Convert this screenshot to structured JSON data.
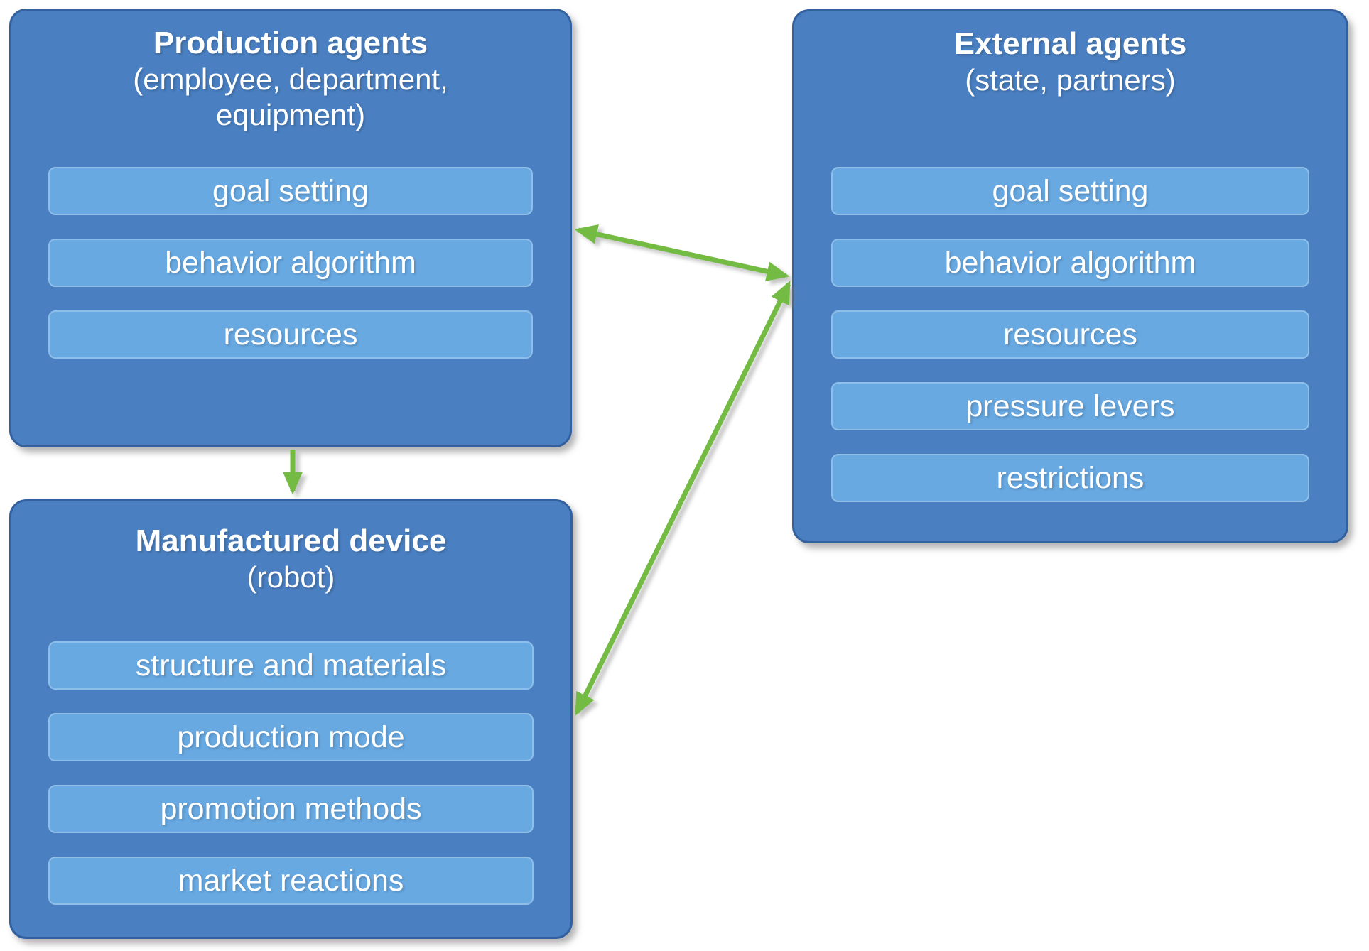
{
  "colors": {
    "box_fill": "#4a80c2",
    "box_border": "#33609f",
    "item_fill": "#68a9e2",
    "item_border": "#8fbfe8",
    "arrow_green": "#74bb44",
    "text": "#ffffff"
  },
  "boxes": {
    "production_agents": {
      "title": "Production agents",
      "subtitle_lines": [
        "(employee, department,",
        "equipment)"
      ],
      "items": [
        "goal setting",
        "behavior algorithm",
        "resources"
      ]
    },
    "external_agents": {
      "title": "External agents",
      "subtitle_lines": [
        "(state, partners)"
      ],
      "items": [
        "goal setting",
        "behavior algorithm",
        "resources",
        "pressure levers",
        "restrictions"
      ]
    },
    "manufactured_device": {
      "title": "Manufactured device",
      "subtitle_lines": [
        "(robot)"
      ],
      "items": [
        "structure and materials",
        "production mode",
        "promotion methods",
        "market reactions"
      ]
    }
  },
  "connections": [
    {
      "from": "production_agents",
      "to": "external_agents",
      "type": "bidirectional"
    },
    {
      "from": "external_agents",
      "to": "manufactured_device",
      "type": "bidirectional"
    },
    {
      "from": "production_agents",
      "to": "manufactured_device",
      "type": "one-way"
    }
  ]
}
